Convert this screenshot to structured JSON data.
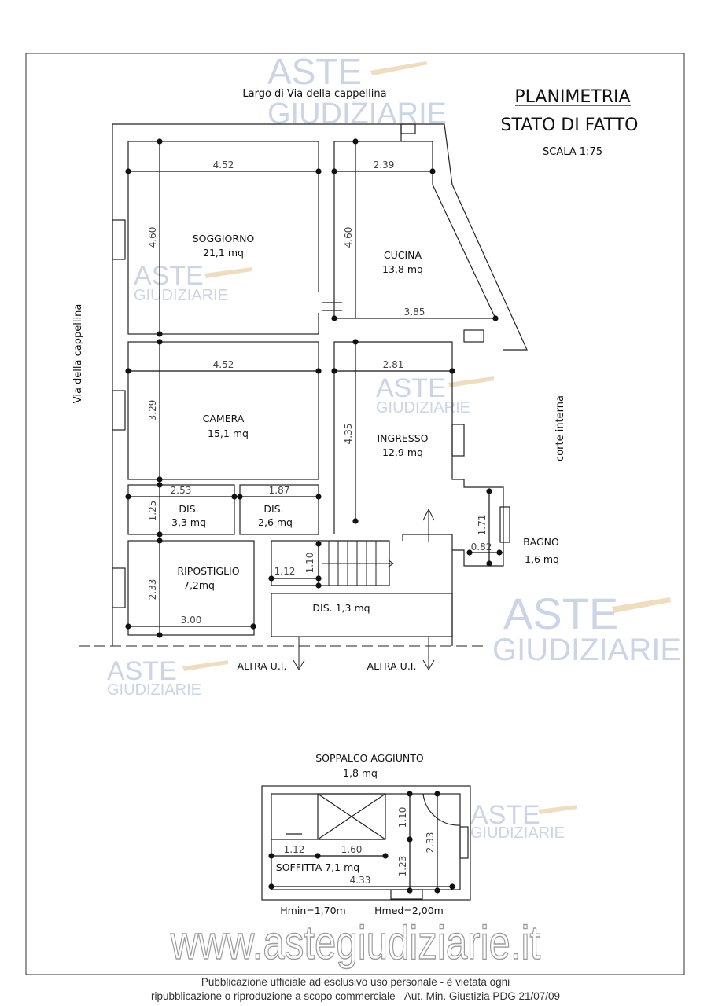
{
  "title": {
    "line1": "PLANIMETRIA",
    "line2": "STATO DI FATTO",
    "scale": "SCALA 1:75"
  },
  "streets": {
    "top": "Largo di Via della cappellina",
    "left": "Via della cappellina",
    "right": "corte interna"
  },
  "rooms": {
    "soggiorno": {
      "name": "SOGGIORNO",
      "area": "21,1 mq"
    },
    "cucina": {
      "name": "CUCINA",
      "area": "13,8 mq"
    },
    "camera": {
      "name": "CAMERA",
      "area": "15,1 mq"
    },
    "ingresso": {
      "name": "INGRESSO",
      "area": "12,9 mq"
    },
    "dis1": {
      "name": "DIS.",
      "area": "3,3 mq"
    },
    "dis2": {
      "name": "DIS.",
      "area": "2,6 mq"
    },
    "ripostiglio": {
      "name": "RIPOSTIGLIO",
      "area": "7,2mq"
    },
    "bagno": {
      "name": "BAGNO",
      "area": "1,6 mq"
    },
    "dis3": "DIS. 1,3 mq"
  },
  "dimensions": {
    "sog_w": "4.52",
    "sog_h": "4.60",
    "cuc_w": "2.39",
    "cuc_h": "4.60",
    "cuc_w2": "3.85",
    "cam_w": "4.52",
    "cam_h": "3.29",
    "ing_w": "2.81",
    "ing_h": "4.35",
    "dis1_w": "2.53",
    "dis1_h": "1.25",
    "dis2_w": "1.87",
    "rip_h": "2.33",
    "rip_w": "3.00",
    "st_w": "1.12",
    "st_h": "1.10",
    "bag_h": "1.71",
    "bag_w": "0.82"
  },
  "neighbours": [
    "ALTRA U.I.",
    "ALTRA U.I."
  ],
  "mezzanine": {
    "title": "SOPPALCO AGGIUNTO",
    "area": "1,8 mq",
    "room": "SOFFITTA 7,1 mq",
    "d1": "1.12",
    "d2": "1.60",
    "d3": "4.33",
    "d4": "1.10",
    "d5": "1.23",
    "d6": "2.33",
    "hmin": "Hmin=1,70m",
    "hmed": "Hmed=2,00m"
  },
  "watermark": {
    "line1": "ASTE",
    "line2": "GIUDIZIARIE",
    "url": "www.astegiudiziarie.it"
  },
  "footer": {
    "line1": "Pubblicazione ufficiale ad esclusivo uso personale - è vietata ogni",
    "line2": "ripubblicazione o riproduzione a scopo commerciale - Aut. Min. Giustizia PDG 21/07/09"
  }
}
